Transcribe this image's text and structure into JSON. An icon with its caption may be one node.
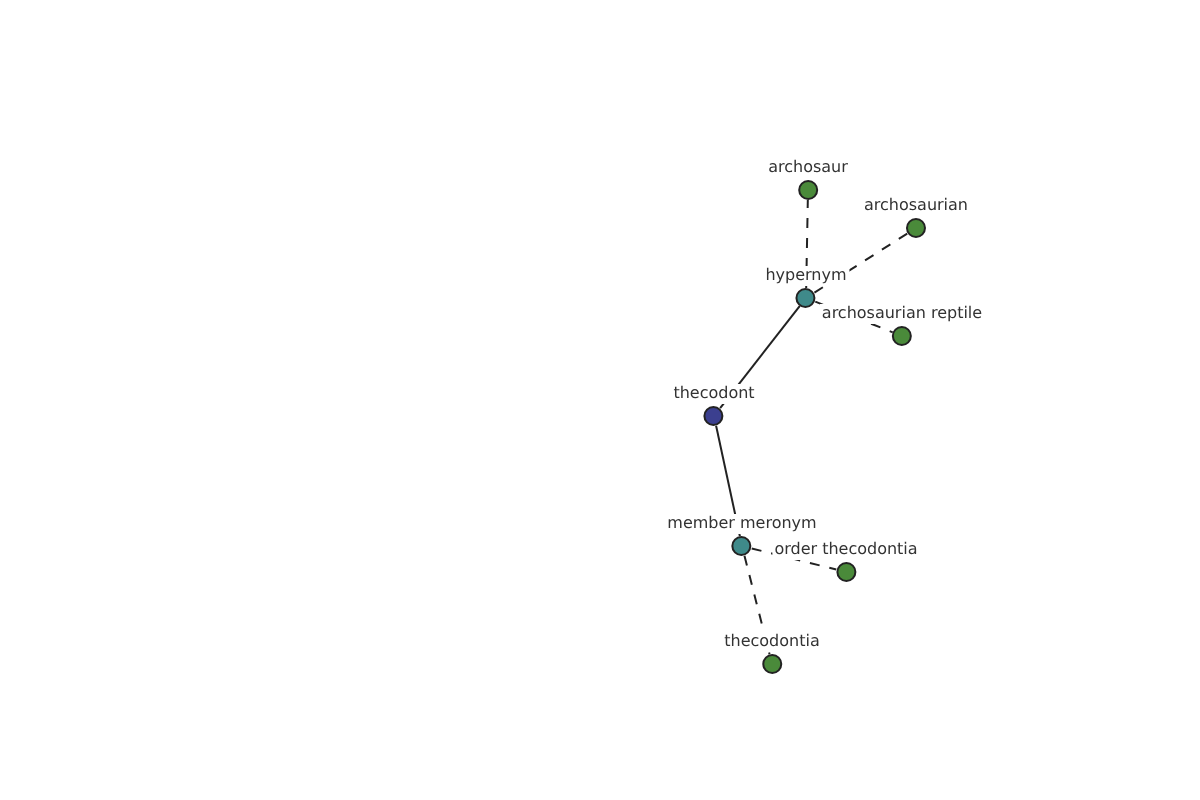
{
  "diagram": {
    "nodes": [
      {
        "text": [
          "archosaur"
        ]
      },
      {
        "text": [
          "archosaurian"
        ]
      },
      {
        "text": [
          "hypernym"
        ]
      },
      {
        "text": [
          "archosaurian reptile"
        ]
      },
      {
        "text": [
          "thecodont"
        ]
      },
      {
        "text": [
          "member meronym"
        ]
      },
      {
        "text": [
          "order thecodontia"
        ]
      },
      {
        "text": [
          "thecodontia"
        ]
      }
    ],
    "edges": [
      {
        "from": 4,
        "to": 2,
        "arrow": "none"
      },
      {
        "from": 2,
        "to": 0,
        "arrow": "none",
        "style": "dashed"
      },
      {
        "from": 2,
        "to": 1,
        "arrow": "none",
        "style": "dashed"
      },
      {
        "from": 2,
        "to": 3,
        "arrow": "none",
        "style": "dashed"
      },
      {
        "from": 4,
        "to": 5,
        "arrow": "none"
      },
      {
        "from": 5,
        "to": 6,
        "arrow": "none",
        "style": "dashed"
      },
      {
        "from": 5,
        "to": 7,
        "arrow": "none",
        "style": "dashed"
      }
    ]
  }
}
